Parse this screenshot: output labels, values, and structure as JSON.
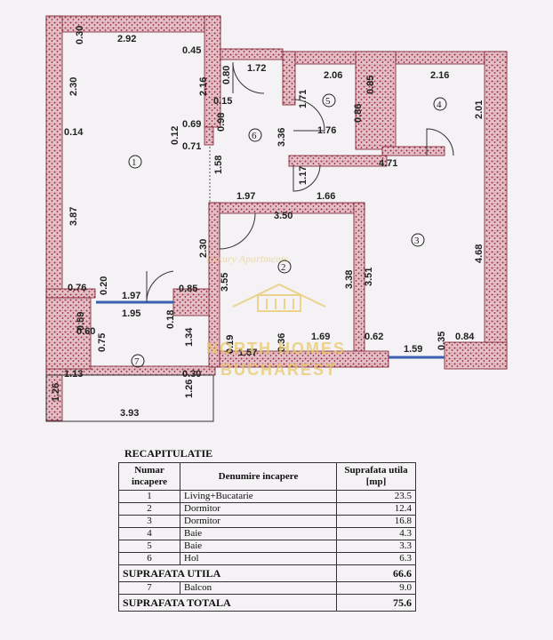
{
  "plan": {
    "dimensions": [
      "0.30",
      "2.92",
      "0.45",
      "2.30",
      "0.14",
      "3.87",
      "0.76",
      "0.20",
      "1.97",
      "1.95",
      "0.85",
      "0.18",
      "0.12",
      "0.69",
      "0.71",
      "2.16",
      "0.15",
      "0.98",
      "1.58",
      "0.80",
      "1.72",
      "3.36",
      "1.71",
      "2.06",
      "0.85",
      "0.86",
      "1.76",
      "1.17",
      "1.66",
      "1.97",
      "3.50",
      "2.30",
      "3.55",
      "3.38",
      "3.51",
      "4.71",
      "2.16",
      "2.01",
      "4.68",
      "0.59",
      "0.60",
      "0.75",
      "1.34",
      "0.19",
      "1.57",
      "0.36",
      "1.69",
      "0.62",
      "0.35",
      "0.84",
      "1.59",
      "1.13",
      "0.30",
      "1.26",
      "1.26",
      "3.93"
    ],
    "rooms": [
      "1",
      "2",
      "3",
      "4",
      "5",
      "6",
      "7"
    ]
  },
  "watermark": {
    "line1": "NORTH HOMES",
    "line2": "BUCHAREST",
    "small": "Luxury Apartments"
  },
  "recap": {
    "title": "RECAPITULATIE",
    "headers": {
      "number": "Numar incapere",
      "name": "Denumire incapere",
      "area": "Suprafata utila [mp]"
    },
    "rows": [
      {
        "n": "1",
        "name": "Living+Bucatarie",
        "area": "23.5"
      },
      {
        "n": "2",
        "name": "Dormitor",
        "area": "12.4"
      },
      {
        "n": "3",
        "name": "Dormitor",
        "area": "16.8"
      },
      {
        "n": "4",
        "name": "Baie",
        "area": "4.3"
      },
      {
        "n": "5",
        "name": "Baie",
        "area": "3.3"
      },
      {
        "n": "6",
        "name": "Hol",
        "area": "6.3"
      }
    ],
    "useful_label": "SUPRAFATA UTILA",
    "useful_value": "66.6",
    "balcony": {
      "n": "7",
      "name": "Balcon",
      "area": "9.0"
    },
    "total_label": "SUPRAFATA TOTALA",
    "total_value": "75.6"
  },
  "colors": {
    "wall": "#b2324a",
    "fill": "#e8c9cf",
    "window": "#3a5fb0"
  }
}
